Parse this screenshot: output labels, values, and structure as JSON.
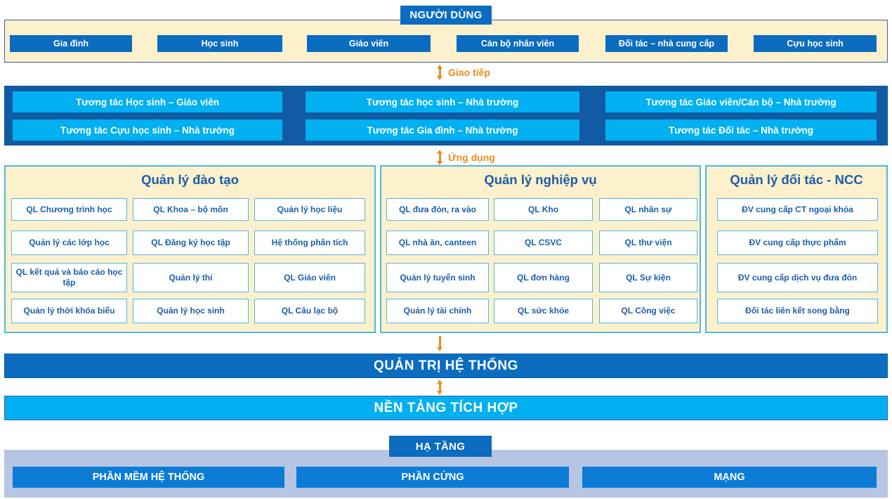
{
  "colors": {
    "user_panel_bg": "#fdf0cd",
    "user_box": "#0b6cc0",
    "interaction_panel_bg": "#105ba4",
    "interaction_box": "#00b0f0",
    "app_panel_bg": "#fdf0cd",
    "app_box_border": "#4fb8e0",
    "app_text": "#1c5fa8",
    "admin_bar": "#0b6cc0",
    "platform_bar": "#00b0f0",
    "infra_panel_bg": "#b6c5e3",
    "infra_box": "#0b7bd6",
    "arrow": "#ed8b1f"
  },
  "users": {
    "badge": "NGƯỜI DÙNG",
    "items": [
      {
        "label": "Gia đình"
      },
      {
        "label": "Học sinh"
      },
      {
        "label": "Giáo viên"
      },
      {
        "label": "Cán bộ nhân viên"
      },
      {
        "label": "Đối tác – nhà cung cấp"
      },
      {
        "label": "Cựu học sinh"
      }
    ]
  },
  "connectors": {
    "giao_tiep": "Giao tiếp",
    "ung_dung": "Ứng dụng"
  },
  "interaction": {
    "items": [
      {
        "label": "Tương tác Học sinh – Giáo viên"
      },
      {
        "label": "Tương tác học sinh – Nhà trường"
      },
      {
        "label": "Tương tác Giáo viên/Cán bộ – Nhà trường"
      },
      {
        "label": "Tương tác Cựu học sinh – Nhà trường"
      },
      {
        "label": "Tương tác Gia đình – Nhà trường"
      },
      {
        "label": "Tương tác Đối tác – Nhà trường"
      }
    ]
  },
  "applications": {
    "columns": [
      {
        "title": "Quản lý đào tạo",
        "items": [
          "QL Chương trình học",
          "QL Khoa – bộ môn",
          "Quản lý học liệu",
          "Quản lý các lớp học",
          "QL Đăng ký học tập",
          "Hệ thống phân tích",
          "QL kết quả và báo cáo học tập",
          "Quản lý thi",
          "QL Giáo viên",
          "Quản lý thời khóa biểu",
          "Quản lý học sinh",
          "QL Câu lạc bộ"
        ]
      },
      {
        "title": "Quản lý nghiệp vụ",
        "items": [
          "QL đưa đón, ra vào",
          "QL Kho",
          "QL nhân sự",
          "QL nhà ăn, canteen",
          "QL CSVC",
          "QL thư viện",
          "Quản lý tuyển sinh",
          "QL đơn hàng",
          "QL Sự kiện",
          "Quản lý tài chính",
          "QL sức khỏe",
          "QL Công việc"
        ]
      },
      {
        "title": "Quản lý đối tác - NCC",
        "items": [
          "ĐV cung cấp CT ngoại khóa",
          "ĐV cung cấp thực phẩm",
          "ĐV cung cấp dịch vụ đưa đón",
          "Đối tác liên kết song bằng"
        ]
      }
    ]
  },
  "admin_bar": {
    "label": "QUẢN TRỊ HỆ THỐNG"
  },
  "platform_bar": {
    "label": "NỀN TẢNG TÍCH HỢP"
  },
  "infrastructure": {
    "badge": "HẠ TẦNG",
    "items": [
      {
        "label": "PHẦN MỀM HỆ THỐNG"
      },
      {
        "label": "PHẦN CỨNG"
      },
      {
        "label": "MẠNG"
      }
    ]
  }
}
